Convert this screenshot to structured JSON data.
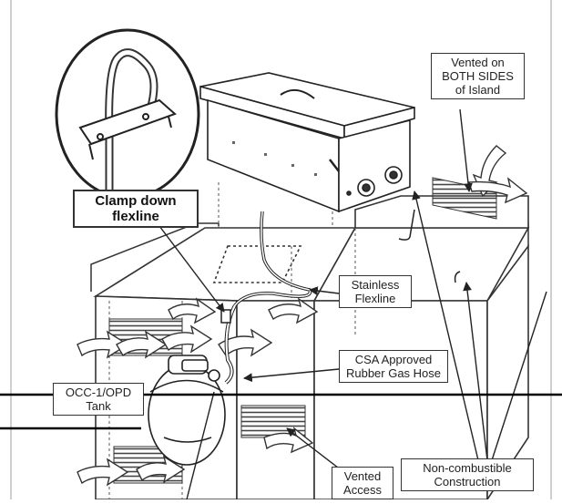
{
  "labels": {
    "vented_sides": [
      "Vented on",
      "BOTH SIDES",
      "of Island"
    ],
    "clamp": [
      "Clamp down",
      "flexline"
    ],
    "flexline": [
      "Stainless",
      "Flexline"
    ],
    "hose": [
      "CSA Approved",
      "Rubber Gas Hose"
    ],
    "tank": [
      "OCC-1/OPD",
      "Tank"
    ],
    "access": [
      "Vented",
      "Access"
    ],
    "construction": [
      "Non-combustible",
      "Construction"
    ]
  },
  "colors": {
    "line": "#333333",
    "frame": "#cfcfcf",
    "hatch": "#555555"
  }
}
